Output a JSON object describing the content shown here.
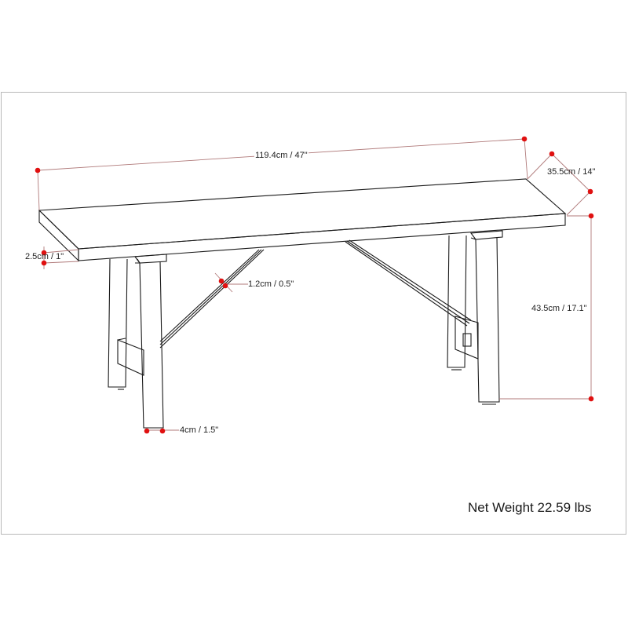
{
  "diagram": {
    "subject": "bench",
    "colors": {
      "outline": "#1a1a1a",
      "dimension_line": "#b07a7a",
      "dimension_point": "#e01010",
      "frame": "#b8b8b8"
    },
    "dimensions": {
      "length": "119.4cm / 47\"",
      "depth": "35.5cm / 14\"",
      "top_thickness": "2.5cm / 1\"",
      "brace_thickness": "1.2cm / 0.5\"",
      "height": "43.5cm / 17.1\"",
      "leg_width": "4cm / 1.5\""
    },
    "net_weight": "Net Weight 22.59 lbs"
  }
}
